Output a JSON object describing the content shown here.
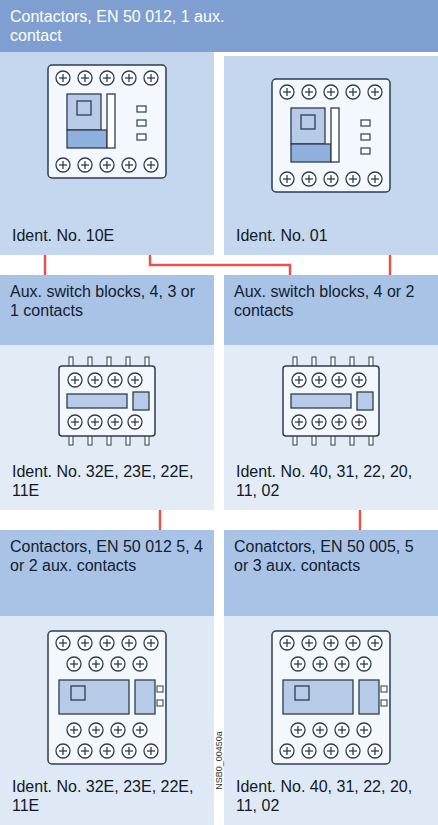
{
  "diagram": {
    "nodes": [
      {
        "text": [
          "Contactors, EN 50 012, 1 aux. contact",
          "Ident. No. 10E"
        ]
      },
      {
        "text": [
          "Ident. No. 01"
        ]
      },
      {
        "text": [
          "Aux. switch blocks, 4, 3 or 1 contacts",
          "Ident. No. 32E, 23E, 22E, 11E"
        ]
      },
      {
        "text": [
          "Aux. switch blocks, 4 or 2 contacts",
          "Ident. No. 40, 31, 22, 20, 11, 02"
        ]
      },
      {
        "text": [
          "Contactors, EN 50 012 5, 4 or 2 aux. contacts",
          "Ident. No. 32E, 23E, 22E, 11E"
        ]
      },
      {
        "text": [
          "Conatctors, EN 50 005, 5 or 3 aux. contacts",
          "Ident. No. 40, 31, 22, 20, 11, 02"
        ]
      }
    ],
    "edges": [
      {
        "from": 0,
        "to": 2,
        "arrow": "none"
      },
      {
        "from": 0,
        "to": 3,
        "arrow": "none"
      },
      {
        "from": 1,
        "to": 3,
        "arrow": "none"
      },
      {
        "from": 2,
        "to": 4,
        "arrow": "none"
      },
      {
        "from": 3,
        "to": 5,
        "arrow": "none"
      }
    ],
    "labels": [
      "NSB0_00450a"
    ]
  }
}
